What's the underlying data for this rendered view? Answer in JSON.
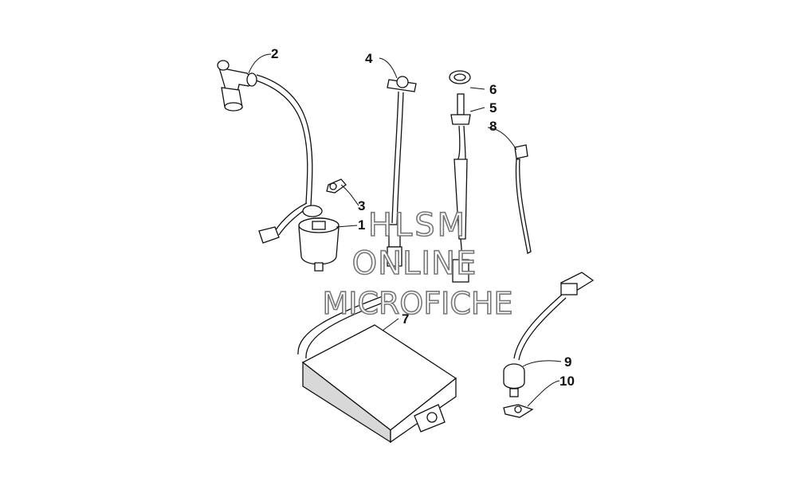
{
  "diagram": {
    "callouts": [
      "1",
      "2",
      "3",
      "4",
      "5",
      "6",
      "7",
      "8",
      "9",
      "10"
    ],
    "watermark": {
      "line1": "HLSM",
      "line2": "ONLINE",
      "line3": "MICROFICHE"
    }
  }
}
